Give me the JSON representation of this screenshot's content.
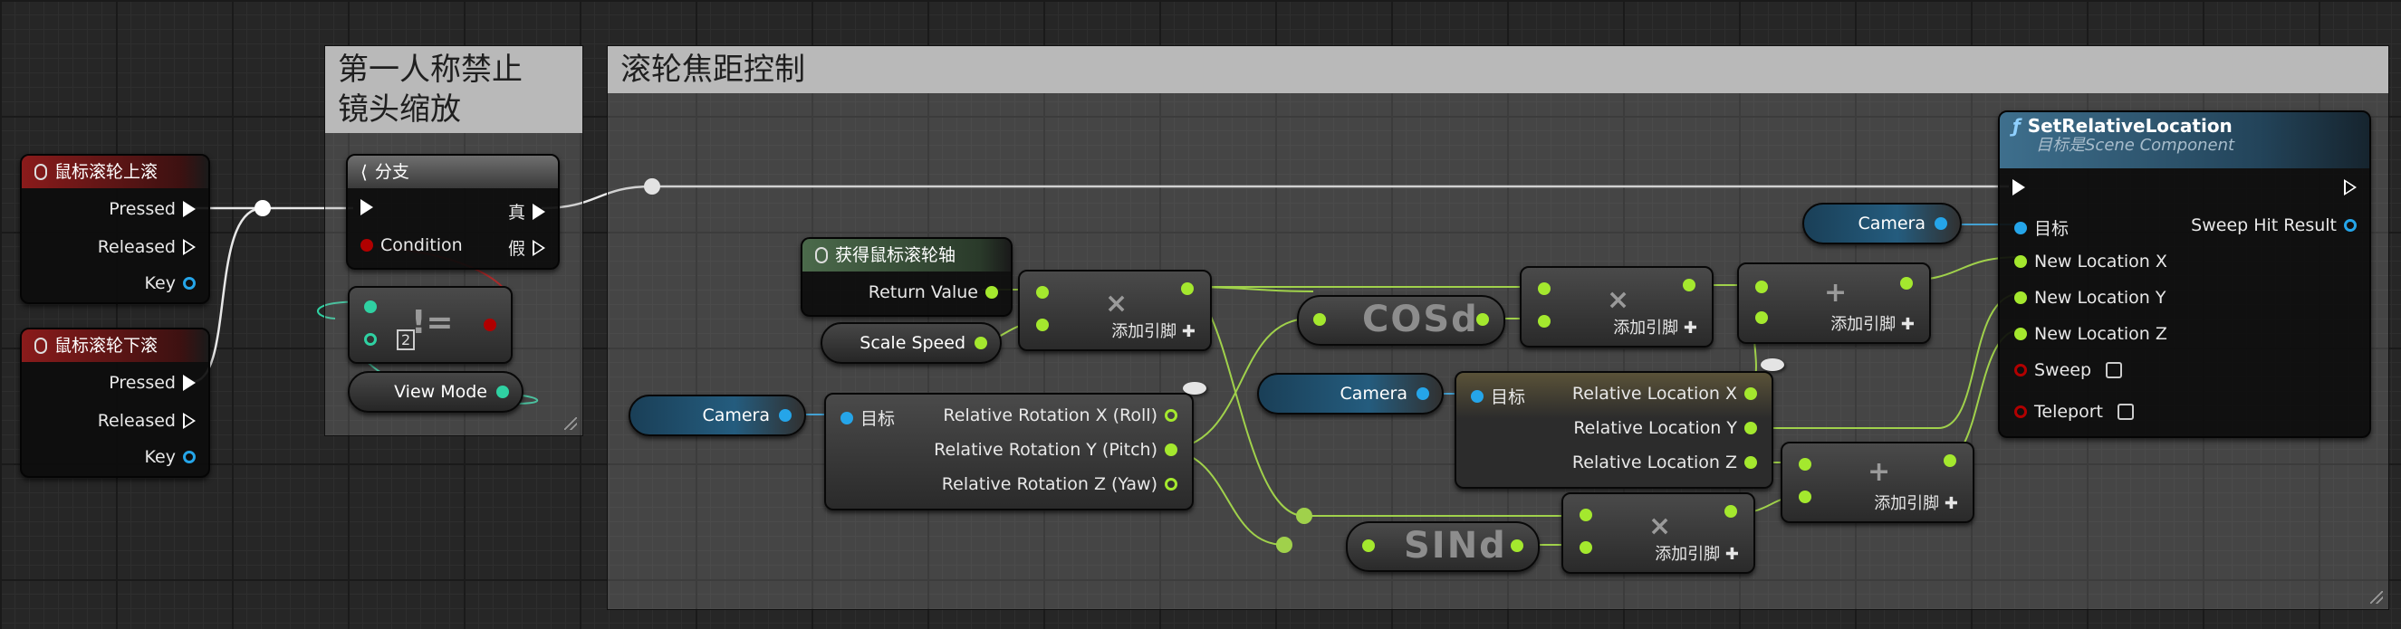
{
  "colors": {
    "exec": "#ffffff",
    "float": "#a4e82e",
    "object": "#25a5e9",
    "bool": "#b10000",
    "byte": "#2fd1a2"
  },
  "comments": {
    "fp": "第一人称禁止\n镜头缩放",
    "zoom": "滚轮焦距控制"
  },
  "wheel_up": {
    "title": "鼠标滚轮上滚",
    "pressed": "Pressed",
    "released": "Released",
    "key": "Key",
    "icon": "mouse-icon"
  },
  "wheel_down": {
    "title": "鼠标滚轮下滚",
    "pressed": "Pressed",
    "released": "Released",
    "key": "Key",
    "icon": "mouse-icon"
  },
  "branch": {
    "title": "分支",
    "condition": "Condition",
    "true": "真",
    "false": "假",
    "icon": "branch-icon"
  },
  "not_equal": {
    "symbol": "!=",
    "value": "2"
  },
  "view_mode": {
    "label": "View Mode"
  },
  "set_rel_loc": {
    "title": "SetRelativeLocation",
    "subtitle": "目标是Scene Component",
    "target": "目标",
    "sweep_hit": "Sweep Hit Result",
    "x": "New Location X",
    "y": "New Location Y",
    "z": "New Location Z",
    "sweep": "Sweep",
    "teleport": "Teleport"
  },
  "camera_labels": {
    "a": "Camera",
    "b": "Camera",
    "c": "Camera"
  },
  "get_axis": {
    "title": "获得鼠标滚轮轴",
    "return": "Return Value"
  },
  "scale_speed": {
    "label": "Scale Speed"
  },
  "break_rot": {
    "target": "目标",
    "x": "Relative Rotation X (Roll)",
    "y": "Relative Rotation Y (Pitch)",
    "z": "Relative Rotation Z (Yaw)"
  },
  "break_loc": {
    "target": "目标",
    "x": "Relative Location X",
    "y": "Relative Location Y",
    "z": "Relative Location Z"
  },
  "ops": {
    "add_pin": "添加引脚",
    "multiply": "×",
    "plus": "+",
    "cosd": "COSd",
    "sind": "SINd"
  }
}
